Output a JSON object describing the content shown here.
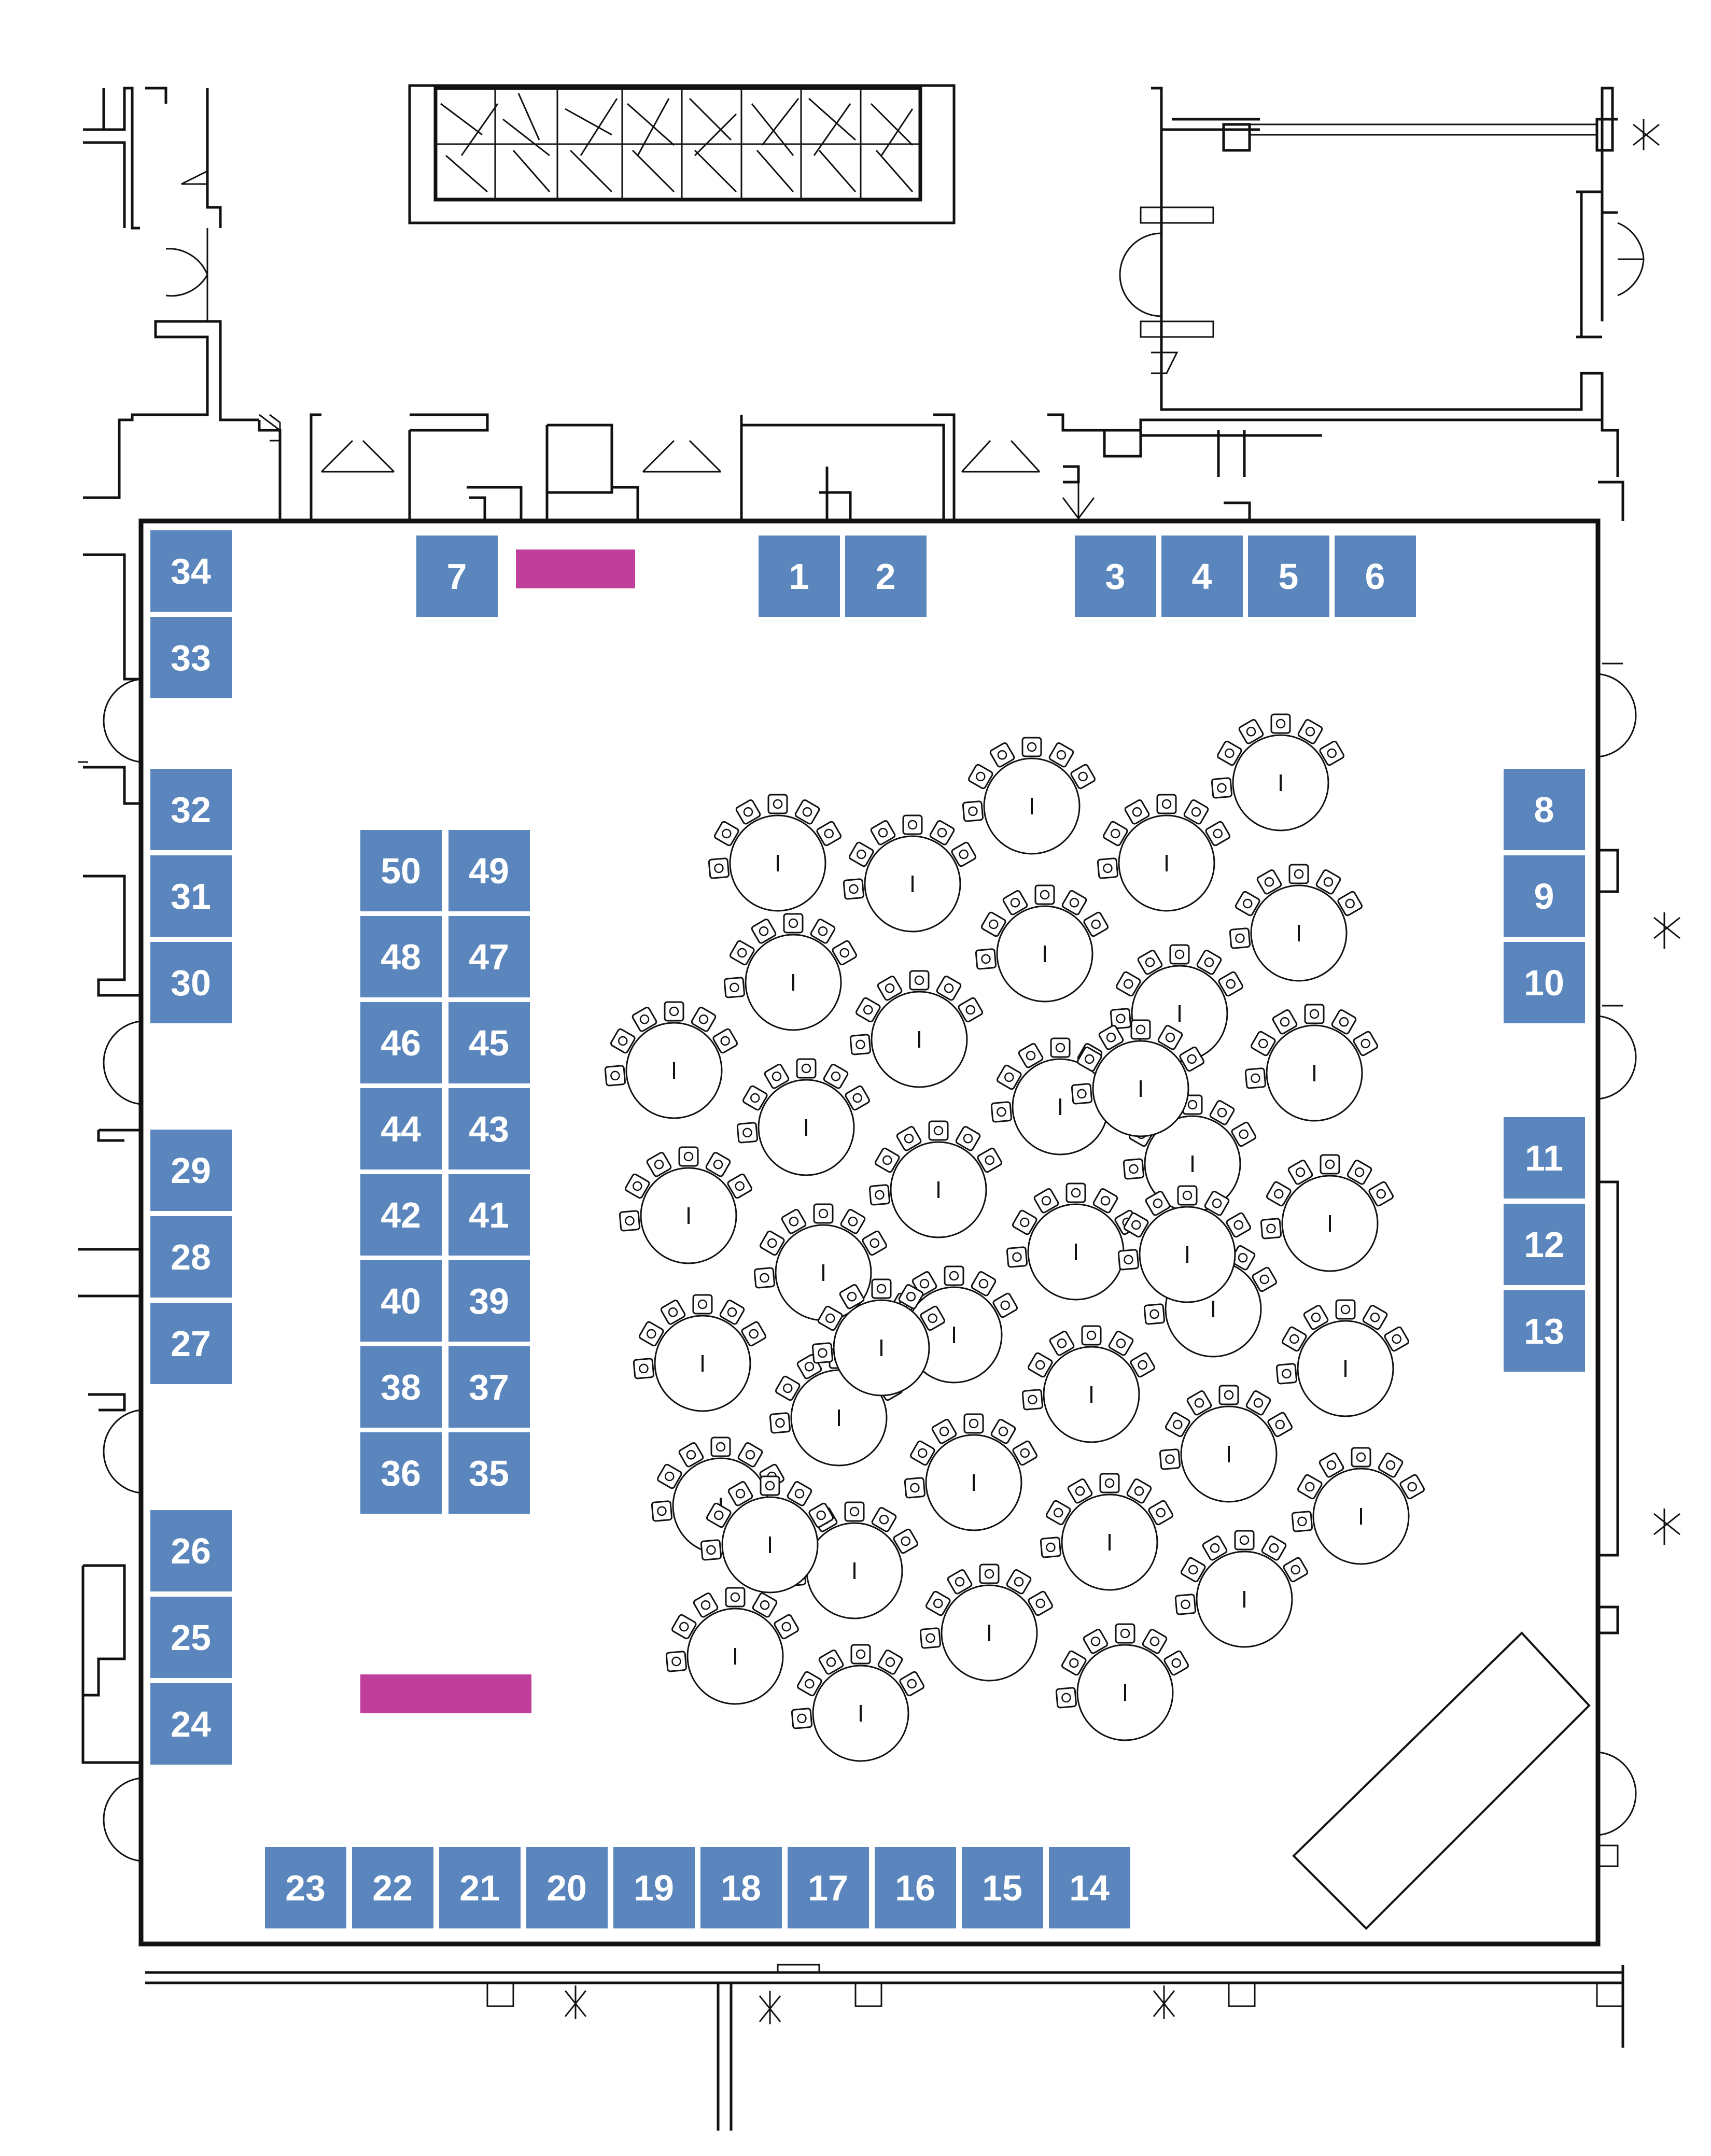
{
  "colors": {
    "booth": "#5a86bd",
    "booth_text": "#ffffff",
    "reserved": "#bf3f9b",
    "wall": "#111111",
    "background": "#ffffff"
  },
  "booth_labels": {
    "b1": "1",
    "b2": "2",
    "b3": "3",
    "b4": "4",
    "b5": "5",
    "b6": "6",
    "b7": "7",
    "b8": "8",
    "b9": "9",
    "b10": "10",
    "b11": "11",
    "b12": "12",
    "b13": "13",
    "b14": "14",
    "b15": "15",
    "b16": "16",
    "b17": "17",
    "b18": "18",
    "b19": "19",
    "b20": "20",
    "b21": "21",
    "b22": "22",
    "b23": "23",
    "b24": "24",
    "b25": "25",
    "b26": "26",
    "b27": "27",
    "b28": "28",
    "b29": "29",
    "b30": "30",
    "b31": "31",
    "b32": "32",
    "b33": "33",
    "b34": "34",
    "b35": "35",
    "b36": "36",
    "b37": "37",
    "b38": "38",
    "b39": "39",
    "b40": "40",
    "b41": "41",
    "b42": "42",
    "b43": "43",
    "b44": "44",
    "b45": "45",
    "b46": "46",
    "b47": "47",
    "b48": "48",
    "b49": "49",
    "b50": "50"
  },
  "table_count": 41
}
